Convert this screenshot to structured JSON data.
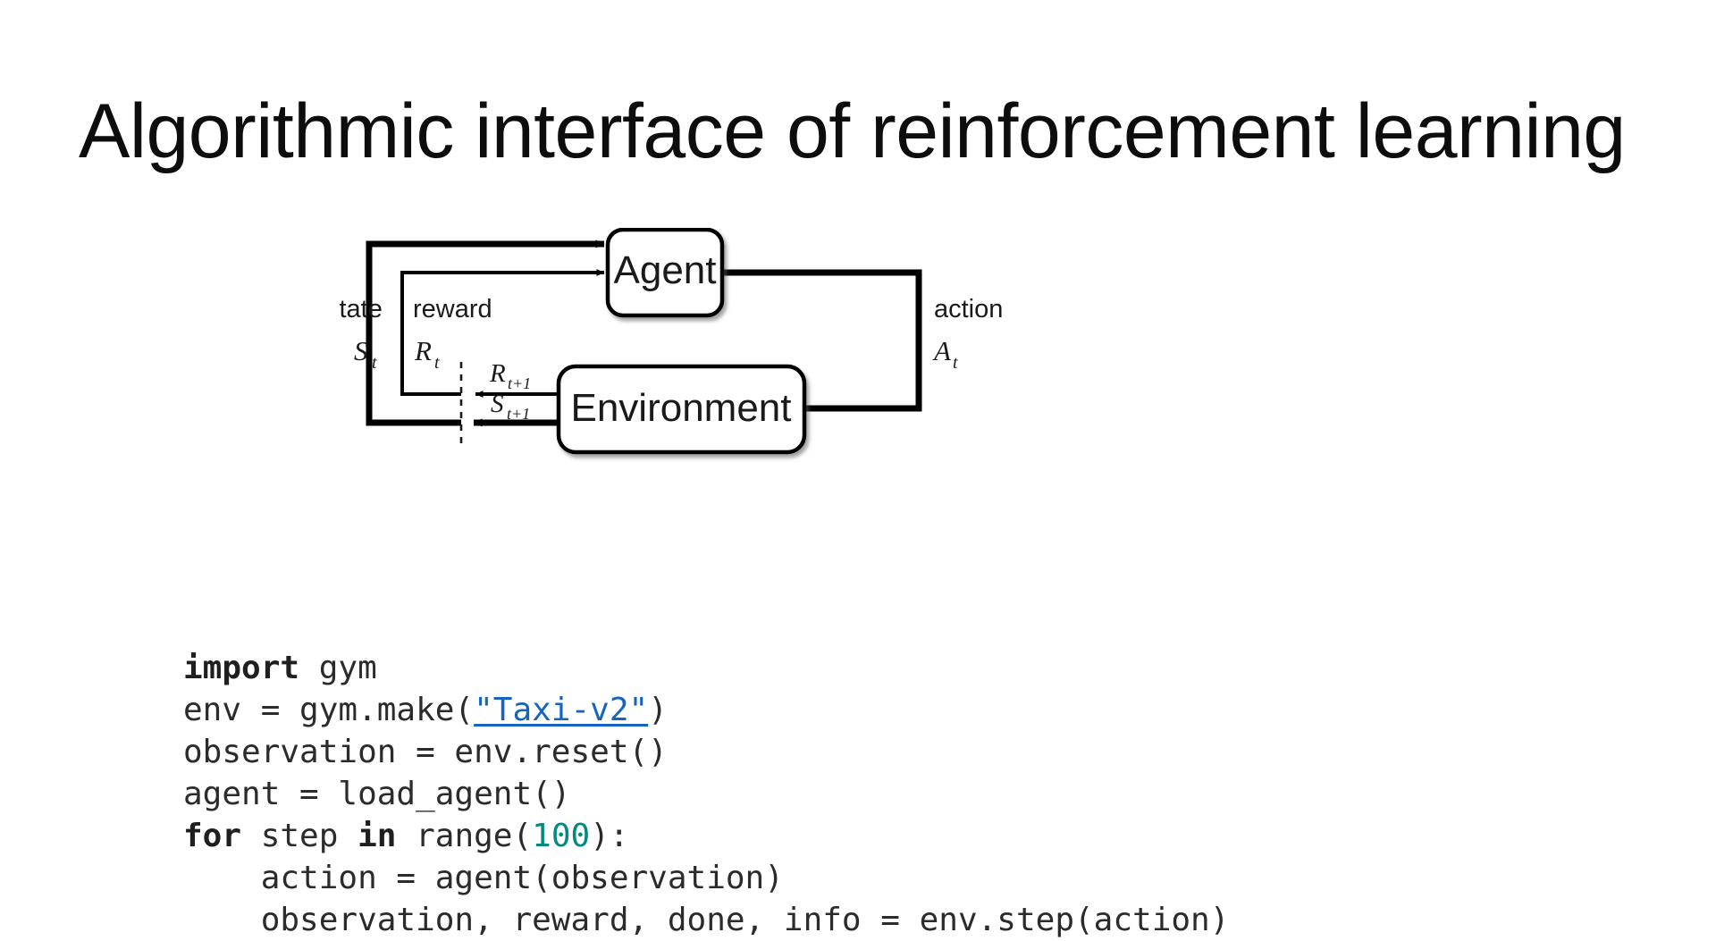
{
  "slide": {
    "title": "Algorithmic interface of reinforcement learning",
    "background_color": "#ffffff"
  },
  "diagram": {
    "name": "agent-environment-interaction-loop",
    "boxes": [
      {
        "id": "agent",
        "label": "Agent"
      },
      {
        "id": "environment",
        "label": "Environment"
      }
    ],
    "edge_labels": {
      "state_word": "state",
      "state_symbol": "S",
      "state_subscript": "t",
      "reward_word": "reward",
      "reward_symbol": "R",
      "reward_subscript": "t",
      "action_word": "action",
      "action_symbol": "A",
      "action_subscript": "t",
      "next_reward_symbol": "R",
      "next_reward_subscript": "t+1",
      "next_state_symbol": "S",
      "next_state_subscript": "t+1"
    },
    "stroke_color": "#000000",
    "box_fill": "#ffffff"
  },
  "code": {
    "language": "python",
    "colors": {
      "text": "#2b2b2b",
      "keyword": "#1f1f1f",
      "number": "#008a80",
      "link": "#1565c0"
    },
    "lines": [
      {
        "id": "line-1",
        "tokens": [
          {
            "t": "import",
            "k": "kw"
          },
          {
            "t": " gym",
            "k": ""
          }
        ]
      },
      {
        "id": "line-2",
        "tokens": [
          {
            "t": "env = gym.make(",
            "k": ""
          },
          {
            "t": "\"Taxi-v2\"",
            "k": "link"
          },
          {
            "t": ")",
            "k": ""
          }
        ]
      },
      {
        "id": "line-3",
        "tokens": [
          {
            "t": "observation = env.reset()",
            "k": ""
          }
        ]
      },
      {
        "id": "line-4",
        "tokens": [
          {
            "t": "agent = load_agent()",
            "k": ""
          }
        ]
      },
      {
        "id": "line-5",
        "tokens": [
          {
            "t": "for",
            "k": "kw"
          },
          {
            "t": " step ",
            "k": ""
          },
          {
            "t": "in",
            "k": "kw"
          },
          {
            "t": " range(",
            "k": ""
          },
          {
            "t": "100",
            "k": "num"
          },
          {
            "t": "):",
            "k": ""
          }
        ]
      },
      {
        "id": "line-6",
        "tokens": [
          {
            "t": "    action = agent(observation)",
            "k": ""
          }
        ]
      },
      {
        "id": "line-7",
        "tokens": [
          {
            "t": "    observation, reward, done, info = env.step(action)",
            "k": ""
          }
        ]
      }
    ]
  }
}
